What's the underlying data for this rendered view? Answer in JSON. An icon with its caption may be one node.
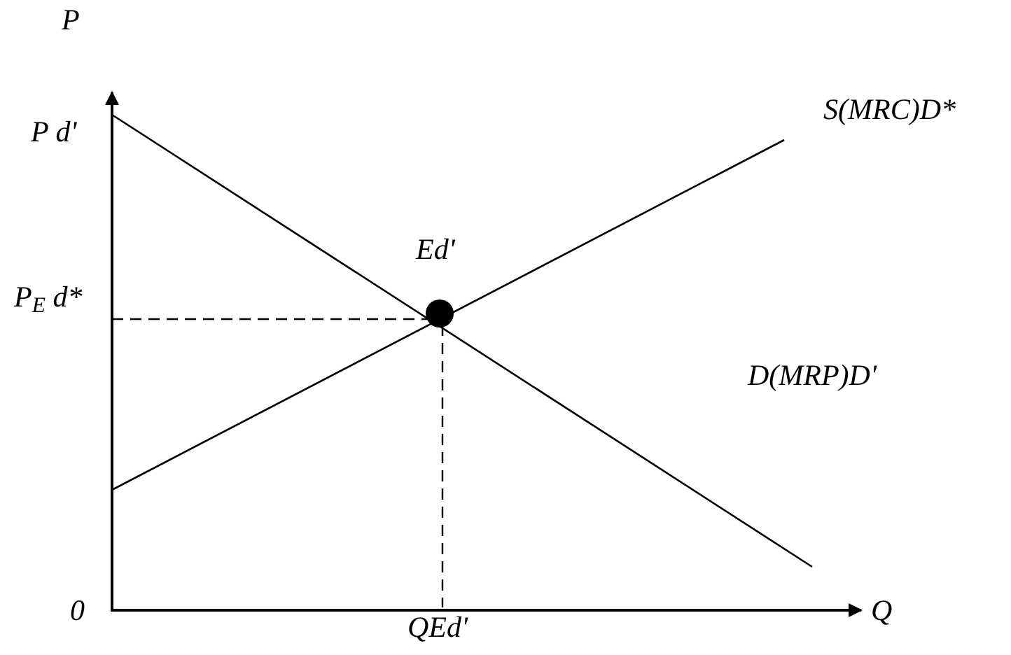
{
  "diagram": {
    "nodes": [
      {
        "text": [],
        "shape": "circle",
        "beside": [
          "Ed'"
        ]
      }
    ],
    "labels": [
      "P",
      "P d'",
      "P$_{E}$ d*",
      "0",
      "QEd'",
      "Q",
      "S(MRC)D*",
      "D(MRP)D'"
    ]
  }
}
